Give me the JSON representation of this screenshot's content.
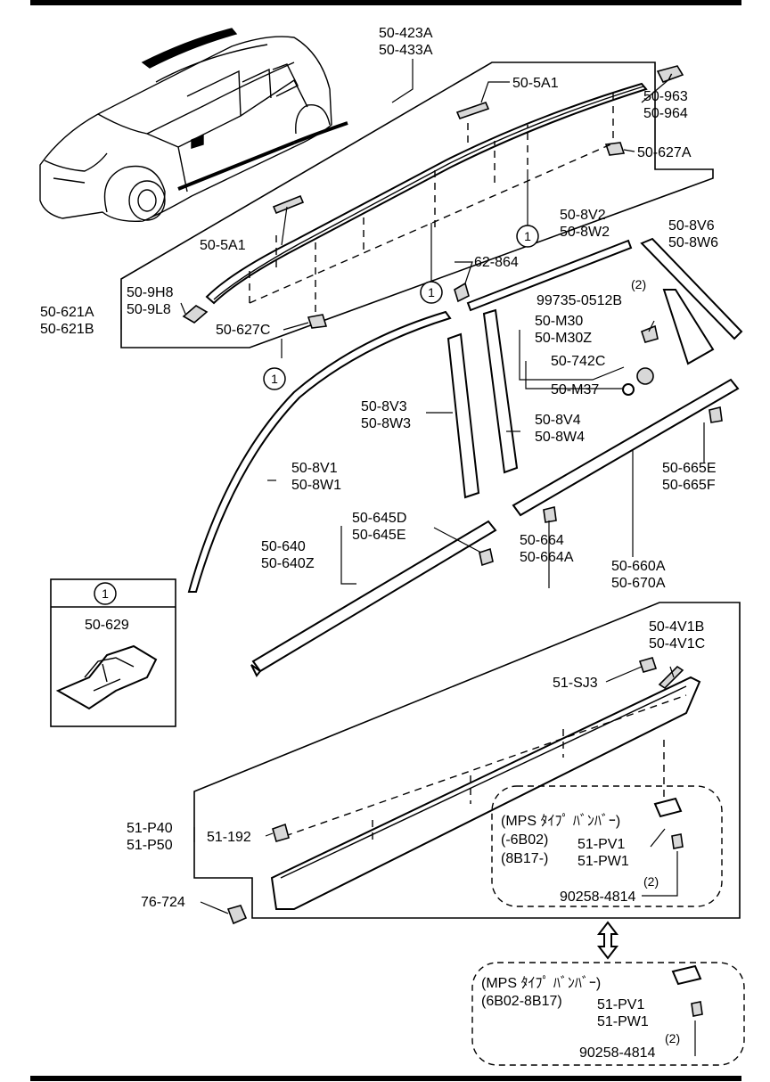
{
  "labels": {
    "p_50_423A": "50-423A",
    "p_50_433A": "50-433A",
    "p_50_5A1_top": "50-5A1",
    "p_50_963": "50-963",
    "p_50_964": "50-964",
    "p_50_627A": "50-627A",
    "p_50_8V2": "50-8V2",
    "p_50_8W2": "50-8W2",
    "p_50_8V6": "50-8V6",
    "p_50_8W6": "50-8W6",
    "p_50_5A1_left": "50-5A1",
    "p_62_864": "62-864",
    "p_qty2_a": "(2)",
    "p_99735_0512B": "99735-0512B",
    "p_50_9H8": "50-9H8",
    "p_50_9L8": "50-9L8",
    "p_50_621A": "50-621A",
    "p_50_621B": "50-621B",
    "p_50_627C": "50-627C",
    "p_50_M30": "50-M30",
    "p_50_M30Z": "50-M30Z",
    "p_50_742C": "50-742C",
    "p_50_M37": "50-M37",
    "p_50_8V3": "50-8V3",
    "p_50_8W3": "50-8W3",
    "p_50_8V4": "50-8V4",
    "p_50_8W4": "50-8W4",
    "p_50_8V1": "50-8V1",
    "p_50_8W1": "50-8W1",
    "p_50_665E": "50-665E",
    "p_50_665F": "50-665F",
    "p_50_645D": "50-645D",
    "p_50_645E": "50-645E",
    "p_50_640": "50-640",
    "p_50_640Z": "50-640Z",
    "p_50_664": "50-664",
    "p_50_664A": "50-664A",
    "p_50_660A": "50-660A",
    "p_50_670A": "50-670A",
    "p_50_629": "50-629",
    "p_50_4V1B": "50-4V1B",
    "p_50_4V1C": "50-4V1C",
    "p_51_SJ3": "51-SJ3",
    "p_51_P40": "51-P40",
    "p_51_P50": "51-P50",
    "p_51_192": "51-192",
    "p_mps_a1": "(MPS ﾀｲﾌﾟ ﾊﾞﾝﾊﾞｰ)",
    "p_mps_a2": "(-6B02)",
    "p_mps_a3": "(8B17-)",
    "p_51_PV1_a": "51-PV1",
    "p_51_PW1_a": "51-PW1",
    "p_qty2_b": "(2)",
    "p_90258_a": "90258-4814",
    "p_76_724": "76-724",
    "p_mps_b1": "(MPS ﾀｲﾌﾟ ﾊﾞﾝﾊﾞｰ)",
    "p_mps_b2": "(6B02-8B17)",
    "p_51_PV1_b": "51-PV1",
    "p_51_PW1_b": "51-PW1",
    "p_qty2_c": "(2)",
    "p_90258_b": "90258-4814",
    "ref_1": "1"
  }
}
